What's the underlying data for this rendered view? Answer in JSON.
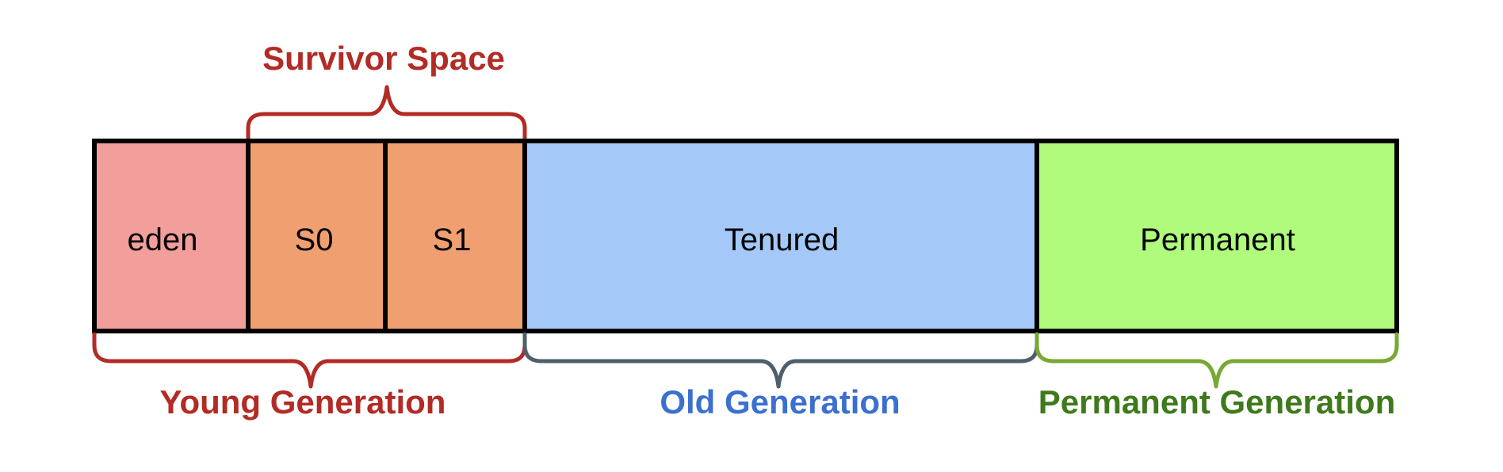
{
  "diagram": {
    "segments": {
      "eden": {
        "label": "eden",
        "color": "#f29e9b"
      },
      "s0": {
        "label": "S0",
        "color": "#f0a070"
      },
      "s1": {
        "label": "S1",
        "color": "#f0a070"
      },
      "tenured": {
        "label": "Tenured",
        "color": "#a4c9f8"
      },
      "permanent": {
        "label": "Permanent",
        "color": "#b0fb7c"
      }
    },
    "groups": {
      "survivor_space": {
        "label": "Survivor Space",
        "color": "#b22b25"
      },
      "young_generation": {
        "label": "Young Generation",
        "color": "#b22b25"
      },
      "old_generation": {
        "label": "Old Generation",
        "color": "#3b6fd0",
        "brace_color": "#4e5f6b"
      },
      "permanent_generation": {
        "label": "Permanent Generation",
        "color": "#3e7a1c",
        "brace_color": "#79a834"
      }
    }
  }
}
